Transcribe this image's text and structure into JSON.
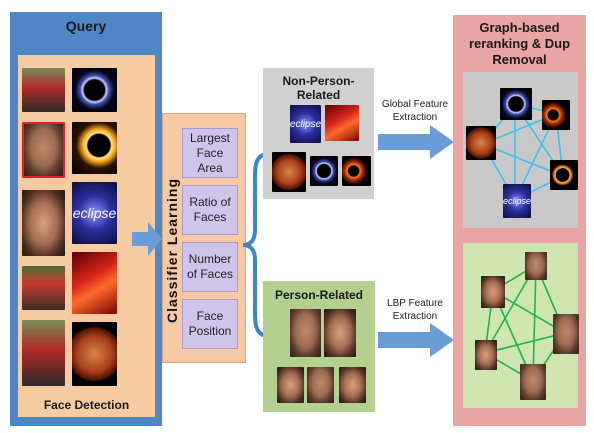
{
  "query": {
    "title": "Query",
    "footer": "Face Detection"
  },
  "classifier": {
    "title": "Classifier Learning",
    "features": [
      "Largest Face Area",
      "Ratio of Faces",
      "Number of Faces",
      "Face Position"
    ]
  },
  "non_person": {
    "title": "Non-Person-Related",
    "eclipse_text": "eclipse"
  },
  "person": {
    "title": "Person-Related"
  },
  "arrows": {
    "global": "Global Feature Extraction",
    "lbp": "LBP Feature Extraction"
  },
  "graph": {
    "title": "Graph-based reranking & Dup Removal",
    "eclipse_text": "eclipse"
  },
  "colors": {
    "query_panel": "#4f86c6",
    "arrow": "#6a9cd6",
    "graph_edges_top": "#39c3f0",
    "graph_edges_bottom": "#22b24a"
  }
}
